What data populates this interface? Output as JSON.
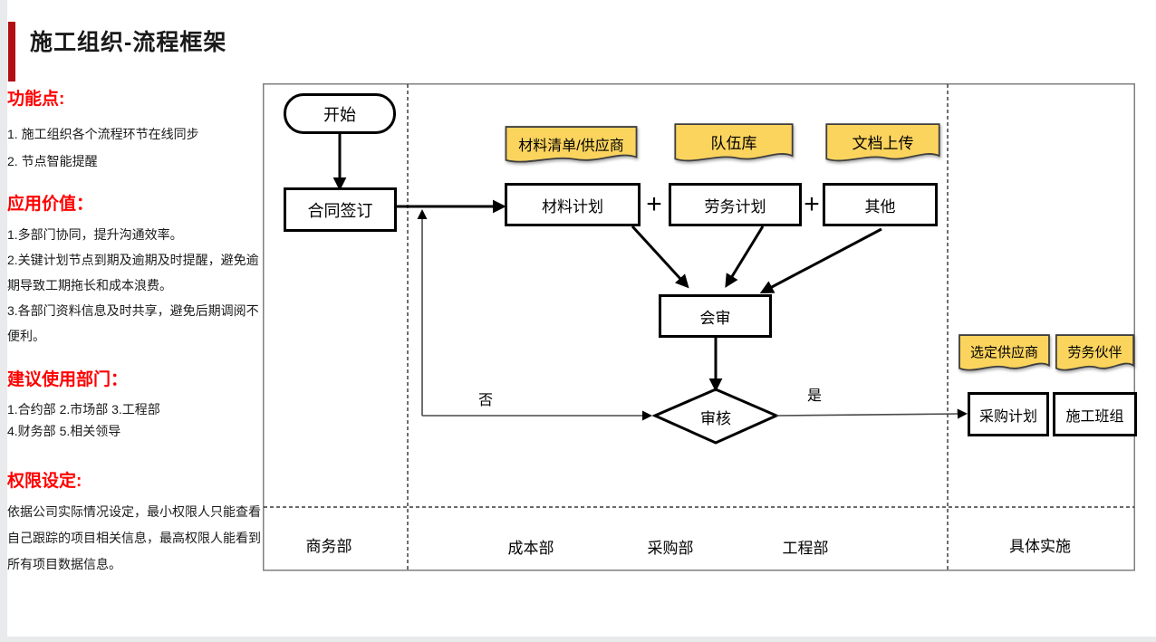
{
  "title": "施工组织-流程框架",
  "sidebar": {
    "sections": [
      {
        "heading": "功能点:",
        "lines": [
          "1. 施工组织各个流程环节在线同步",
          "2. 节点智能提醒"
        ]
      },
      {
        "heading": "应用价值：",
        "lines": [
          "1.多部门协同，提升沟通效率。",
          "2.关键计划节点到期及逾期及时提醒，避免逾期导致工期拖长和成本浪费。",
          "3.各部门资料信息及时共享，避免后期调阅不便利。"
        ]
      },
      {
        "heading": "建议使用部门：",
        "lines": [
          "1.合约部 2.市场部 3.工程部",
          "4.财务部 5.相关领导"
        ]
      },
      {
        "heading": "权限设定:",
        "lines": [
          "依据公司实际情况设定，最小权限人只能查看自己跟踪的项目相关信息，最高权限人能看到所有项目数据信息。"
        ]
      }
    ]
  },
  "flowchart": {
    "nodes": {
      "start": "开始",
      "contract": "合同签订",
      "material_plan": "材料计划",
      "labor_plan": "劳务计划",
      "other": "其他",
      "joint_review": "会审",
      "review": "审核",
      "purchase_plan": "采购计划",
      "construction_crew": "施工班组"
    },
    "plus": "+",
    "notes": {
      "material_list": "材料清单/供应商",
      "team_library": "队伍库",
      "doc_upload": "文档上传",
      "selected_supplier": "选定供应商",
      "labor_partner": "劳务伙伴"
    },
    "edge_labels": {
      "no": "否",
      "yes": "是"
    },
    "lanes": [
      "商务部",
      "成本部",
      "采购部",
      "工程部",
      "具体实施"
    ]
  },
  "colors": {
    "accent_bar": "#B20F15",
    "section_heading": "#FF0000",
    "note_fill": "#FBD45E",
    "note_border": "#3F3F3F",
    "line": "#000000",
    "thin_line": "#4A4A4A",
    "outer_border": "#7F7F7F"
  }
}
